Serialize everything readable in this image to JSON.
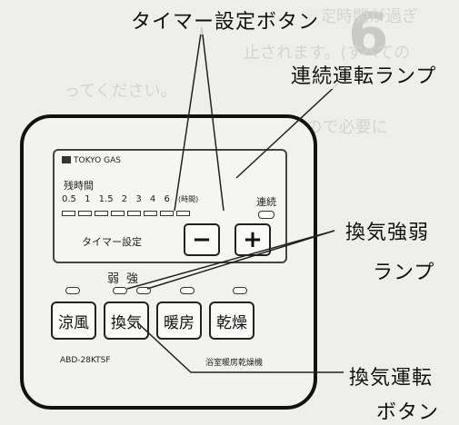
{
  "background_text": {
    "digit": "6",
    "line1": "タイマー設定時間が過ぎ",
    "line2": "止されます。(すべての",
    "line3": "ってください。",
    "line4": "湿度によって異なりますので必要に"
  },
  "callouts": {
    "timer_buttons": "タイマー設定ボタン",
    "continuous_lamp": "連続運転ランプ",
    "vent_lamp_line1": "換気強弱",
    "vent_lamp_line2": "ランプ",
    "vent_button_line1": "換気運転",
    "vent_button_line2": "ボタン"
  },
  "device": {
    "brand": "TOKYO GAS",
    "remaining_label": "残時間",
    "scale": [
      "0.5",
      "1",
      "1.5",
      "2",
      "3",
      "4",
      "6"
    ],
    "scale_unit": "(時間)",
    "continuous_label": "連続",
    "timer_label": "タイマー設定",
    "minus": "−",
    "plus": "+",
    "vent_weak": "弱",
    "vent_strong": "強",
    "buttons": [
      "涼風",
      "換気",
      "暖房",
      "乾燥"
    ],
    "model": "ABD-28KTSF",
    "product_name": "浴室暖房乾燥機"
  }
}
